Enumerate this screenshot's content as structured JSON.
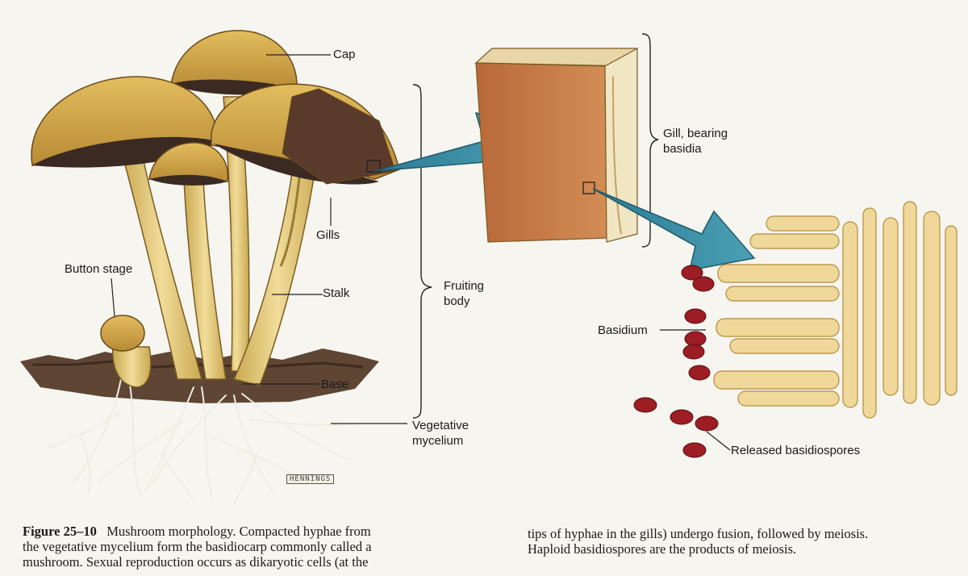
{
  "labels": {
    "cap": "Cap",
    "gills": "Gills",
    "stalk": "Stalk",
    "base": "Base",
    "button_stage": "Button stage",
    "fruiting_body": [
      "Fruiting",
      "body"
    ],
    "vegetative_mycelium": [
      "Vegetative",
      "mycelium"
    ],
    "gill_bearing_basidia": [
      "Gill, bearing",
      "basidia"
    ],
    "basidium": "Basidium",
    "released_basidiospores": "Released basidiospores"
  },
  "signature": "HENNINGS",
  "caption": {
    "figure_number": "Figure 25–10",
    "left_lines": [
      "Mushroom morphology. Compacted hyphae from",
      "the vegetative mycelium form the basidiocarp commonly called a",
      "mushroom. Sexual reproduction occurs as dikaryotic cells (at the"
    ],
    "right_lines": [
      "tips of hyphae in the gills) undergo fusion, followed by meiosis.",
      "Haploid basidiospores are the products of meiosis."
    ]
  },
  "colors": {
    "cap": "#d2a547",
    "gills": "#3b2a22",
    "stalk": "#e3c87a",
    "soil": "#5e4534",
    "mycelium": "#f0ece2",
    "arrow": "#3b8aa0",
    "gill_block": "#c47a45",
    "hyphae": "#f0d89a",
    "spore": "#9c1d24"
  }
}
